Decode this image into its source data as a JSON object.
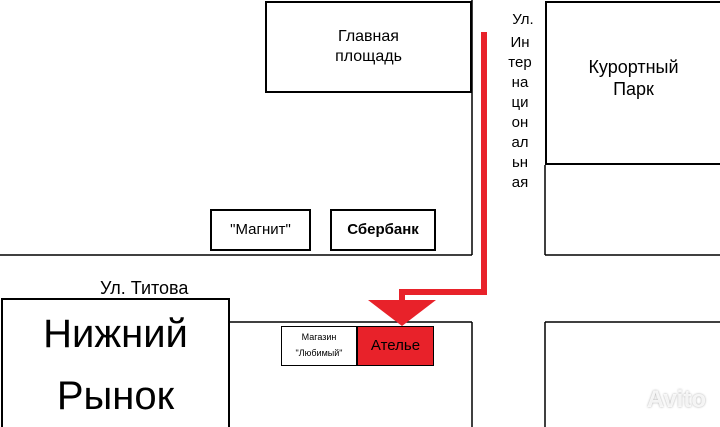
{
  "map": {
    "buildings": {
      "main_square": "Главная\nплощадь",
      "resort_park": "Курортный\nПарк",
      "magnit": "\"Магнит\"",
      "sberbank": "Сбербанк",
      "lower_market_line1": "Нижний",
      "lower_market_line2": "Рынок",
      "shop_lyubimy_line1": "Магазин",
      "shop_lyubimy_line2": "\"Любимый\"",
      "atelier": "Ателье"
    },
    "streets": {
      "titova": "Ул. Титова",
      "internatsionalnaya_prefix": "Ул.",
      "internatsionalnaya": "Интернациональная"
    },
    "colors": {
      "highlight": "#e8222a",
      "arrow": "#e8222a",
      "lines": "#000000"
    },
    "watermark": "Avito"
  }
}
